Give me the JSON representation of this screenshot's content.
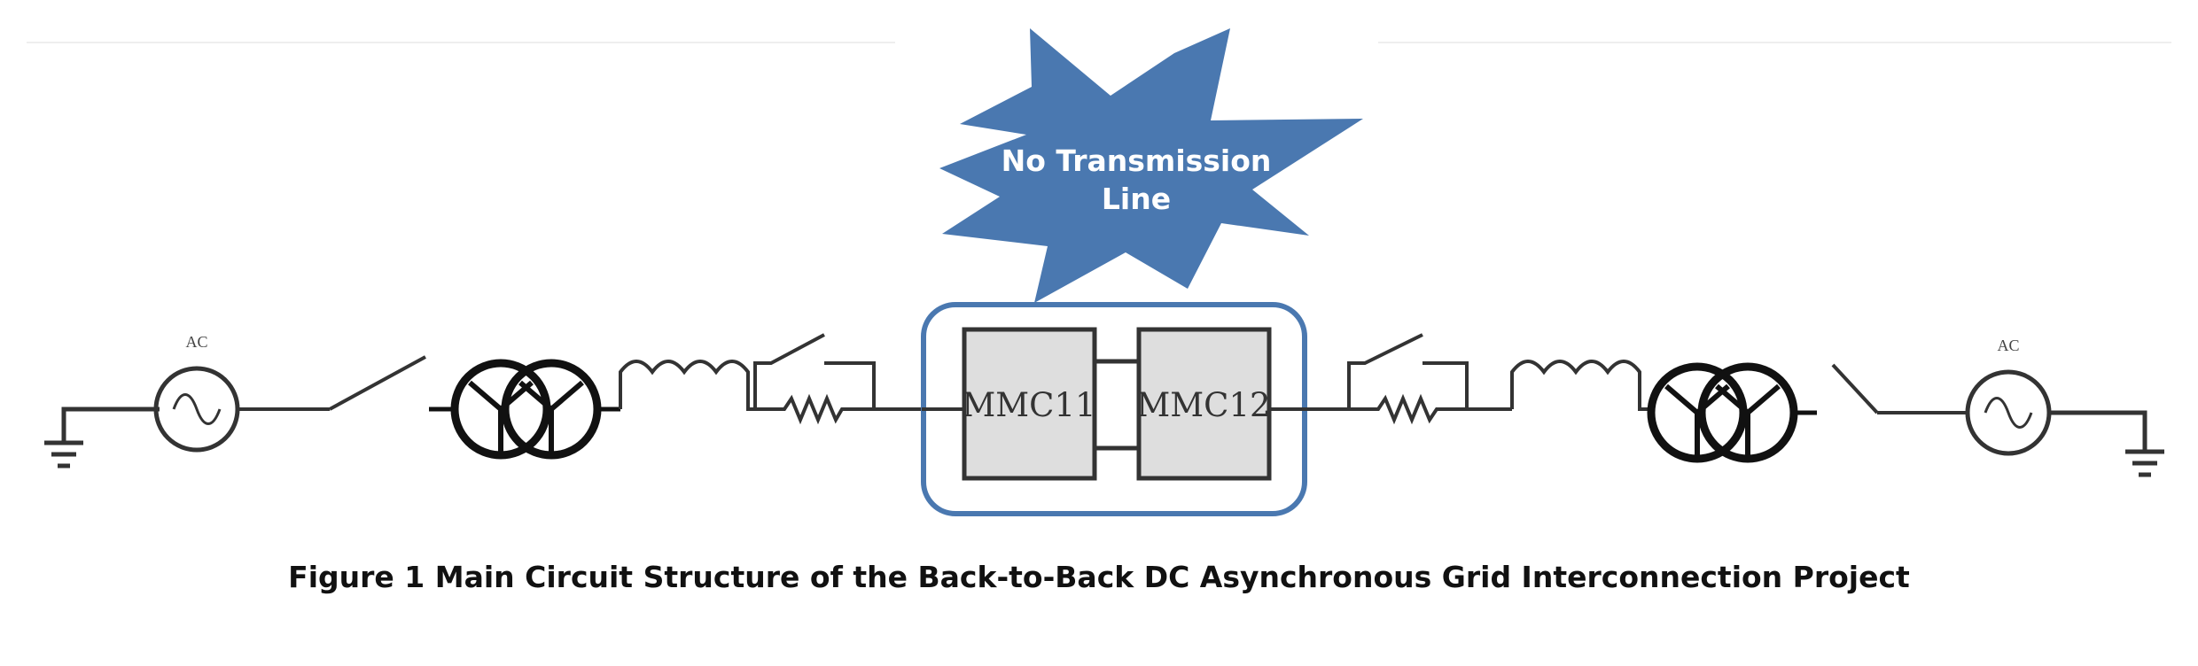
{
  "callout": {
    "line1": "No Transmission",
    "line2": "Line"
  },
  "converters": {
    "left": "MMC11",
    "right": "MMC12"
  },
  "sources": {
    "left": "AC",
    "right": "AC"
  },
  "caption": "Figure 1 Main Circuit Structure of the Back-to-Back DC Asynchronous Grid Interconnection Project",
  "colors": {
    "callout_fill": "#4a78b0",
    "highlight_border": "#4a78b0",
    "converter_fill": "#dedede",
    "wire": "#333333"
  }
}
